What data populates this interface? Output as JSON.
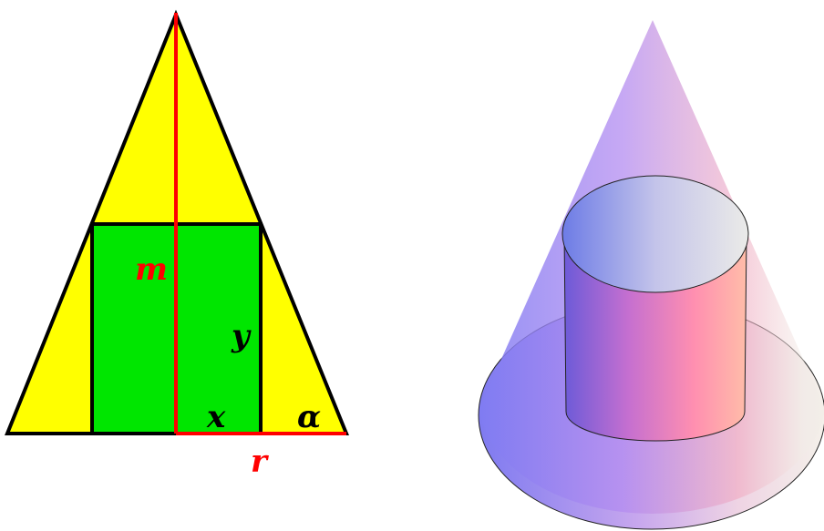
{
  "labels": {
    "m": "m",
    "y": "y",
    "x": "x",
    "alpha": "α",
    "r": "r"
  },
  "colors": {
    "triangle_fill": "#ffff00",
    "rectangle_fill": "#00e600",
    "dimension_line": "#ff0000",
    "outline": "#000000",
    "cone_violet": "#8f7df0",
    "cone_pink": "#ff9cb4",
    "cone_light": "#ececec"
  }
}
